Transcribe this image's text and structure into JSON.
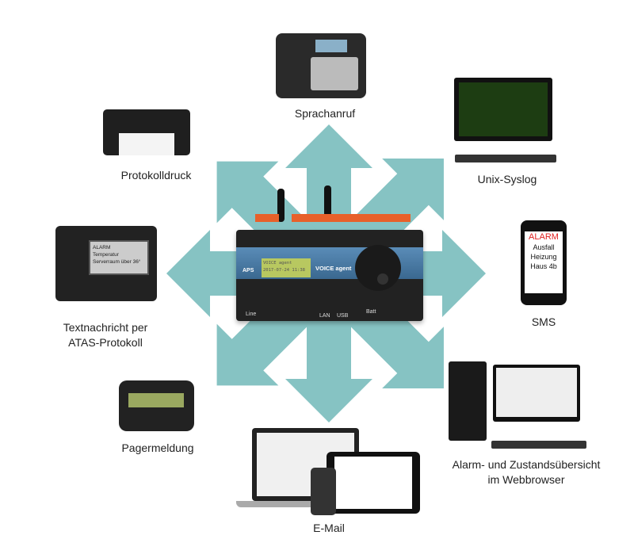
{
  "colors": {
    "arrow": "#86c3c3",
    "background": "#ffffff"
  },
  "hub": {
    "brand": "APS",
    "product": "VOICE agent",
    "lcd_line1": "VOICE agent",
    "lcd_line2": "2017-07-24 11:38",
    "port_line": "Line",
    "port_lan": "LAN",
    "port_usb": "USB",
    "port_batt": "Batt"
  },
  "targets": {
    "voice_call": "Sprachanruf",
    "print_log": "Protokolldruck",
    "syslog": "Unix-Syslog",
    "atas_line1": "Textnachricht per",
    "atas_line2": "ATAS-Protokoll",
    "sms": "SMS",
    "pager": "Pagermeldung",
    "web_line1": "Alarm- und Zustandsübersicht",
    "web_line2": "im Webbrowser",
    "email": "E-Mail"
  },
  "phone_display": {
    "line1": "ALARM",
    "line2": "Temperatur",
    "line3": "Serverraum über 36°"
  },
  "sms_display": {
    "line1": "ALARM",
    "line2": "Ausfall",
    "line3": "Heizung",
    "line4": "Haus 4b"
  }
}
